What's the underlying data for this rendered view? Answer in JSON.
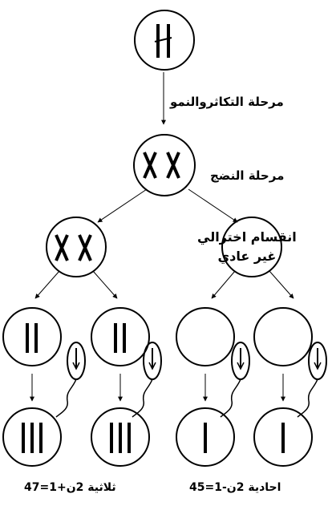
{
  "labels": {
    "proliferation_phase": "مرحلة التكاثروالنمو",
    "maturation_phase": "مرحلة النضج",
    "abnormal_division_line1": "انقسام اختزالي",
    "abnormal_division_line2": "غير عادي",
    "trisomy": "ثلاثية 2ن+1=47",
    "monosomy": "احادية 2ن-1=45"
  },
  "colors": {
    "stroke": "#000000",
    "background": "#ffffff"
  }
}
